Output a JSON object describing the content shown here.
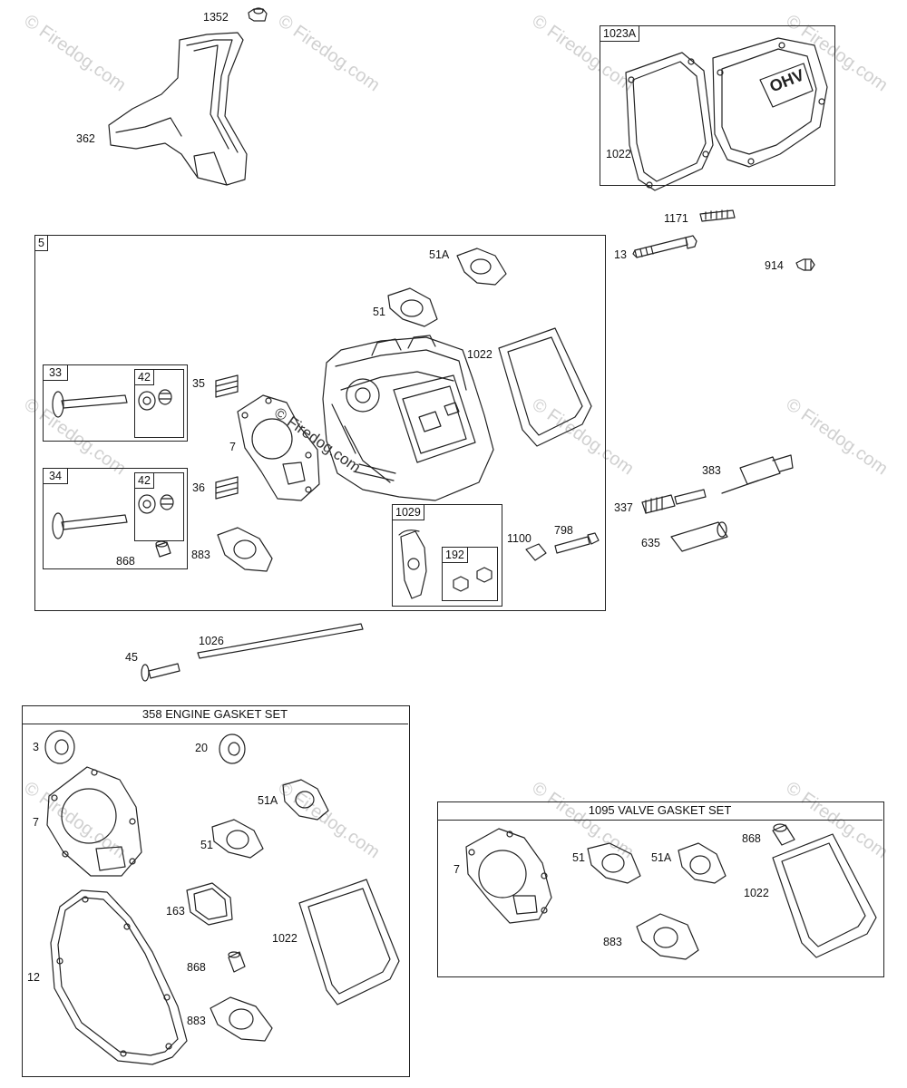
{
  "watermark": "© Firedog.com",
  "center_watermark": "© Firedog.com",
  "ohv_badge": "OHV",
  "boxes": {
    "b1023a": "1023A",
    "b5": "5",
    "b33": "33",
    "b42a": "42",
    "b34": "34",
    "b42b": "42",
    "b1029": "1029",
    "b192": "192",
    "engine_gasket_set": "358 ENGINE GASKET SET",
    "valve_gasket_set": "1095 VALVE GASKET SET"
  },
  "labels": {
    "p1352": "1352",
    "p362": "362",
    "p1022_top": "1022",
    "p1171": "1171",
    "p13": "13",
    "p914": "914",
    "p51a_main": "51A",
    "p51_main": "51",
    "p1022_main": "1022",
    "p35": "35",
    "p7_main": "7",
    "p36": "36",
    "p883_main": "883",
    "p868_main": "868",
    "p383": "383",
    "p337": "337",
    "p635": "635",
    "p1100": "1100",
    "p798": "798",
    "p1026": "1026",
    "p45": "45",
    "g3": "3",
    "g20": "20",
    "g7": "7",
    "g51a": "51A",
    "g51": "51",
    "g163": "163",
    "g1022": "1022",
    "g12": "12",
    "g868": "868",
    "g883": "883",
    "v7": "7",
    "v51": "51",
    "v51a": "51A",
    "v868": "868",
    "v1022": "1022",
    "v883": "883"
  }
}
